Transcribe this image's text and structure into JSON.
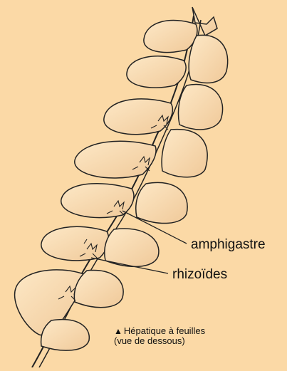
{
  "labels": {
    "amphigastre": "amphigastre",
    "rhizoides": "rhizoïdes"
  },
  "caption": {
    "marker": "▲",
    "line1": "Hépatique à feuilles",
    "line2": "(vue de dessous)"
  },
  "colors": {
    "background": "#fbd9a6",
    "leaf_light": "#fde8c6",
    "leaf_dark": "#f0c999",
    "outline": "#222222"
  }
}
